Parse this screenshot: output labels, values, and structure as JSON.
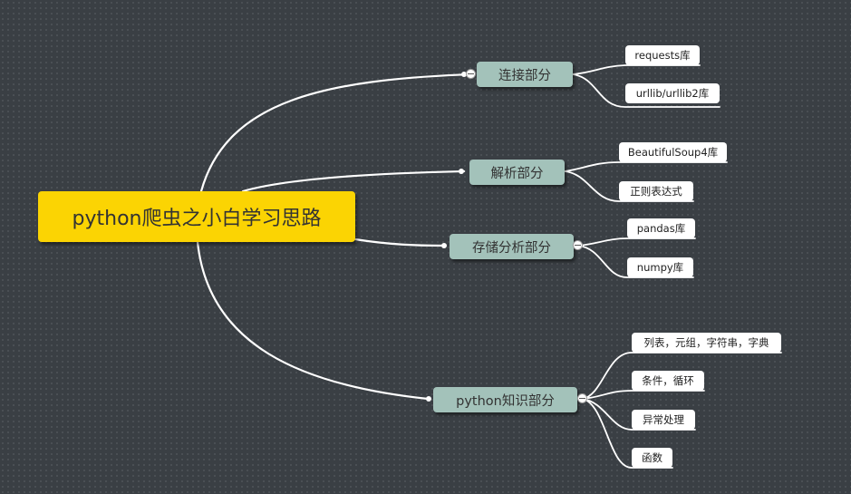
{
  "root": {
    "label": "python爬虫之小白学习思路"
  },
  "branches": [
    {
      "label": "连接部分",
      "children": [
        "requests库",
        "urllib/urllib2库"
      ]
    },
    {
      "label": "解析部分",
      "children": [
        "BeautifulSoup4库",
        "正则表达式"
      ]
    },
    {
      "label": "存储分析部分",
      "children": [
        "pandas库",
        "numpy库"
      ]
    },
    {
      "label": "python知识部分",
      "children": [
        "列表，元组，字符串，字典",
        "条件，循环",
        "异常处理",
        "函数"
      ]
    }
  ],
  "colors": {
    "background": "#3a3f44",
    "root_fill": "#fbd403",
    "branch_fill": "#a3c2ba",
    "leaf_fill": "#ffffff",
    "connector": "#ffffff"
  }
}
